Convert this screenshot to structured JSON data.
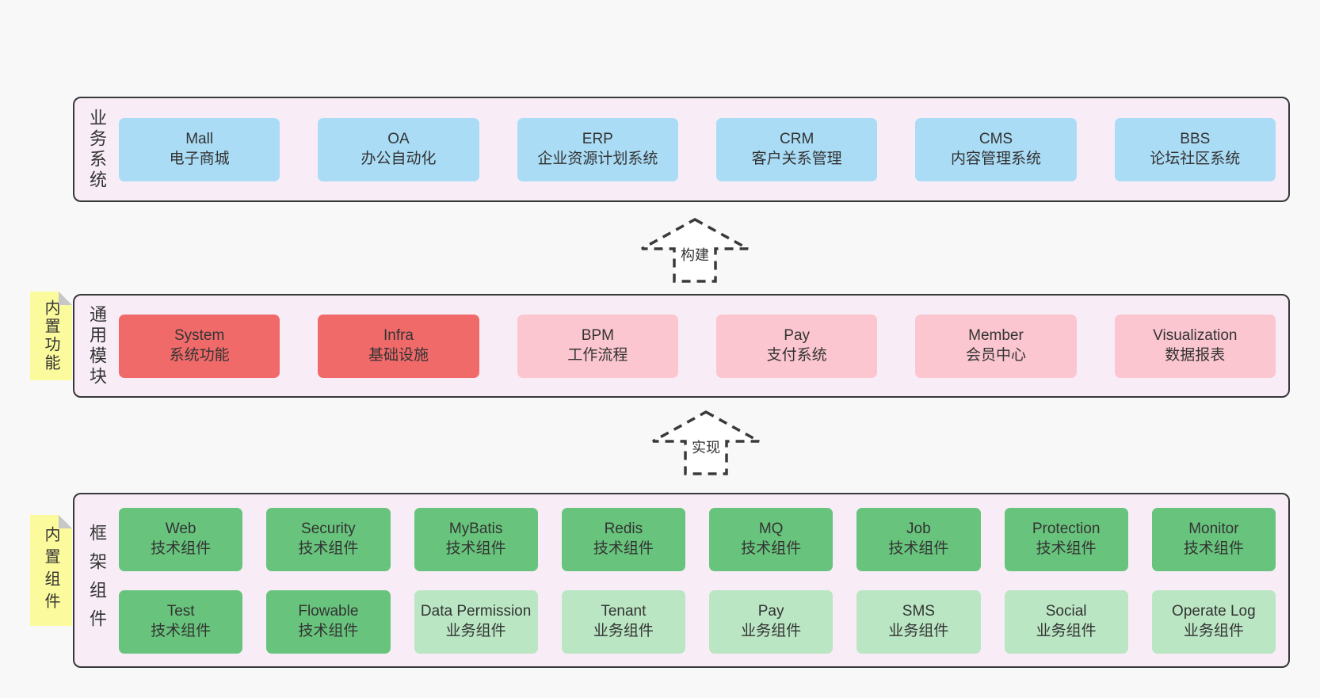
{
  "colors": {
    "page_bg": "#f8f8f8",
    "band_bg": "#f8edf7",
    "band_border": "#383838",
    "business_box_blue": "#aadcf6",
    "core_module_red": "#f16a6a",
    "module_pink": "#fbc6cf",
    "tech_component_green": "#68c47c",
    "biz_component_green": "#bae6c3",
    "sticky_note_yellow": "#fbfa9c",
    "note_fold_gray": "#c7c7c7",
    "text": "#333333"
  },
  "bands": [
    {
      "label": "业务系统",
      "boxes": [
        {
          "title": "Mall",
          "subtitle": "电子商城",
          "type": "blue"
        },
        {
          "title": "OA",
          "subtitle": "办公自动化",
          "type": "blue"
        },
        {
          "title": "ERP",
          "subtitle": "企业资源计划系统",
          "type": "blue"
        },
        {
          "title": "CRM",
          "subtitle": "客户关系管理",
          "type": "blue"
        },
        {
          "title": "CMS",
          "subtitle": "内容管理系统",
          "type": "blue"
        },
        {
          "title": "BBS",
          "subtitle": "论坛社区系统",
          "type": "blue"
        }
      ]
    },
    {
      "label": "通用模块",
      "boxes": [
        {
          "title": "System",
          "subtitle": "系统功能",
          "type": "red"
        },
        {
          "title": "Infra",
          "subtitle": "基础设施",
          "type": "red"
        },
        {
          "title": "BPM",
          "subtitle": "工作流程",
          "type": "pink"
        },
        {
          "title": "Pay",
          "subtitle": "支付系统",
          "type": "pink"
        },
        {
          "title": "Member",
          "subtitle": "会员中心",
          "type": "pink"
        },
        {
          "title": "Visualization",
          "subtitle": "数据报表",
          "type": "pink"
        }
      ]
    },
    {
      "label": "框架组件",
      "rows": [
        [
          {
            "title": "Web",
            "subtitle": "技术组件",
            "type": "green-dark"
          },
          {
            "title": "Security",
            "subtitle": "技术组件",
            "type": "green-dark"
          },
          {
            "title": "MyBatis",
            "subtitle": "技术组件",
            "type": "green-dark"
          },
          {
            "title": "Redis",
            "subtitle": "技术组件",
            "type": "green-dark"
          },
          {
            "title": "MQ",
            "subtitle": "技术组件",
            "type": "green-dark"
          },
          {
            "title": "Job",
            "subtitle": "技术组件",
            "type": "green-dark"
          },
          {
            "title": "Protection",
            "subtitle": "技术组件",
            "type": "green-dark"
          },
          {
            "title": "Monitor",
            "subtitle": "技术组件",
            "type": "green-dark"
          }
        ],
        [
          {
            "title": "Test",
            "subtitle": "技术组件",
            "type": "green-dark"
          },
          {
            "title": "Flowable",
            "subtitle": "技术组件",
            "type": "green-dark"
          },
          {
            "title": "Data Permission",
            "subtitle": "业务组件",
            "type": "green-light"
          },
          {
            "title": "Tenant",
            "subtitle": "业务组件",
            "type": "green-light"
          },
          {
            "title": "Pay",
            "subtitle": "业务组件",
            "type": "green-light"
          },
          {
            "title": "SMS",
            "subtitle": "业务组件",
            "type": "green-light"
          },
          {
            "title": "Social",
            "subtitle": "业务组件",
            "type": "green-light"
          },
          {
            "title": "Operate Log",
            "subtitle": "业务组件",
            "type": "green-light"
          }
        ]
      ]
    }
  ],
  "arrows": [
    {
      "label": "构建"
    },
    {
      "label": "实现"
    }
  ],
  "notes": [
    {
      "label": "内置功能"
    },
    {
      "label": "内置组件"
    }
  ]
}
